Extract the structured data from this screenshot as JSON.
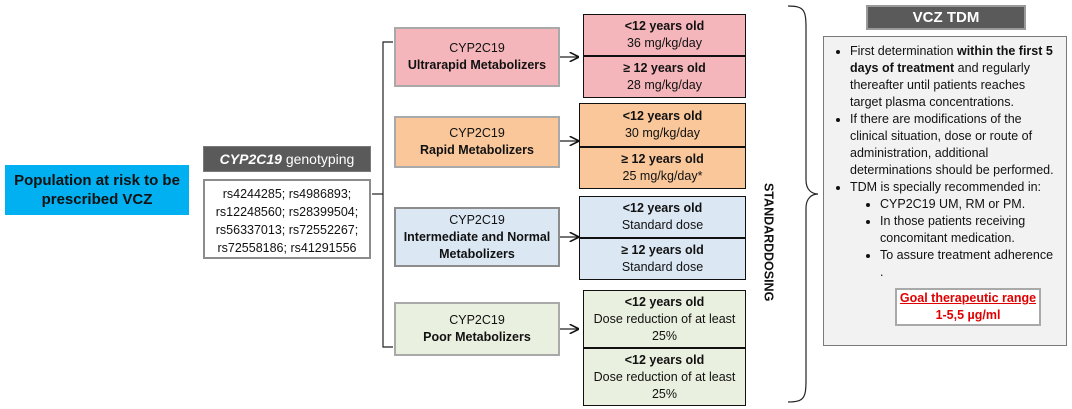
{
  "population": "Population at risk to be prescribed VCZ",
  "genotyping": {
    "title_gene": "CYP2C19",
    "title_rest": "genotyping",
    "snps": [
      "rs4244285;  rs4986893;",
      "rs12248560; rs28399504;",
      "rs56337013; rs72552267;",
      "rs72558186;  rs41291556"
    ]
  },
  "categories": [
    {
      "gene": "CYP2C19",
      "name": "Ultrarapid Metabolizers"
    },
    {
      "gene": "CYP2C19",
      "name": "Rapid Metabolizers"
    },
    {
      "gene": "CYP2C19",
      "name": "Intermediate and Normal Metabolizers"
    },
    {
      "gene": "CYP2C19",
      "name": "Poor Metabolizers"
    }
  ],
  "doses": [
    [
      {
        "age": "<12 years old",
        "dose": "36 mg/kg/day"
      },
      {
        "age": "≥ 12 years old",
        "dose": "28 mg/kg/day"
      }
    ],
    [
      {
        "age": "<12 years old",
        "dose": "30 mg/kg/day"
      },
      {
        "age": "≥ 12 years old",
        "dose": "25 mg/kg/day*"
      }
    ],
    [
      {
        "age": "<12 years old",
        "dose": "Standard dose"
      },
      {
        "age": "≥ 12 years old",
        "dose": "Standard dose"
      }
    ],
    [
      {
        "age": "<12 years old",
        "dose": "Dose reduction of at least 25%"
      },
      {
        "age": "<12 years old",
        "dose": "Dose reduction of at least 25%"
      }
    ]
  ],
  "standard_dosing": {
    "line1": "STANDARD",
    "line2": "DOSING"
  },
  "tdm": {
    "title": "VCZ TDM",
    "b1_pre": "First determination ",
    "b1_bold": "within the first 5 days of treatment",
    "b1_post": " and regularly thereafter until patients reaches target plasma concentrations.",
    "b2": "If there are modifications of the clinical situation, dose or route of administration, additional determinations should be performed.",
    "b3": "TDM is specially recommended in:",
    "sub": [
      "CYP2C19 UM, RM or PM.",
      "In those patients receiving concomitant medication.",
      "To assure treatment adherence ."
    ],
    "goal_label": "Goal therapeutic range",
    "goal_value": "1-5,5 µg/ml"
  },
  "colors": {
    "population": "#00b0f0",
    "header": "#5a5a5a",
    "ultrarapid": "#f4b6bb",
    "rapid": "#f9c79a",
    "normal": "#dbe8f4",
    "poor": "#eaf0df",
    "goal_text": "#e00000"
  }
}
